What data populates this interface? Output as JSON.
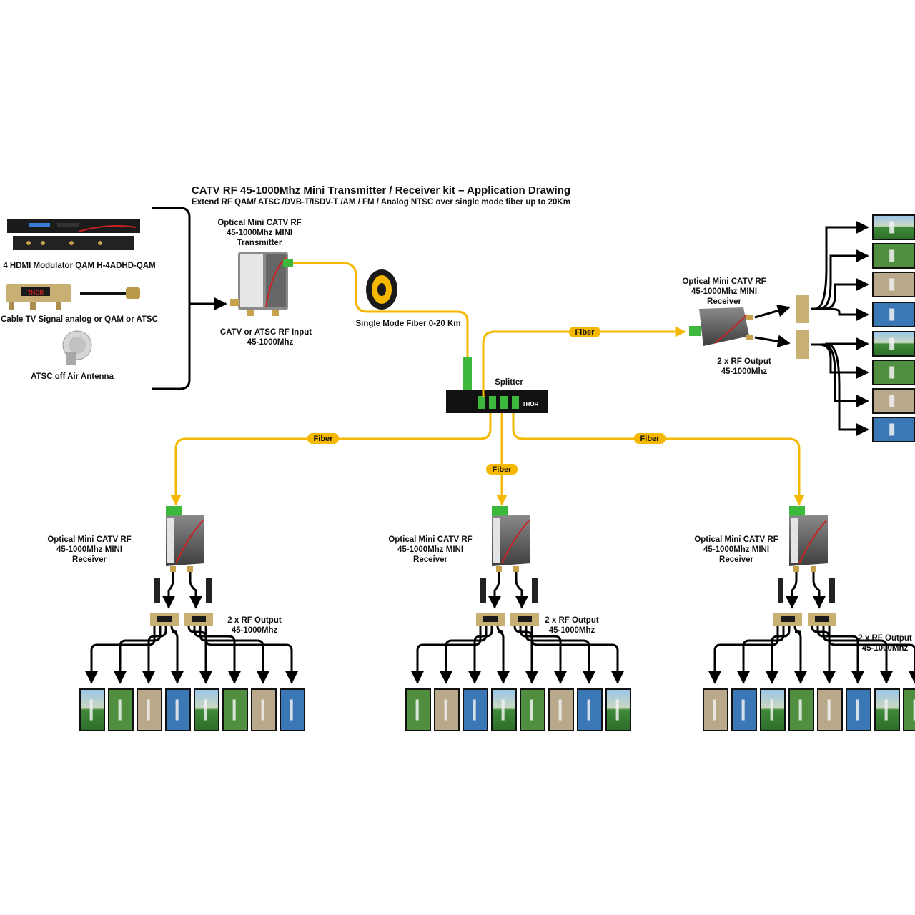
{
  "title": "CATV RF 45-1000Mhz Mini Transmitter / Receiver kit – Application Drawing",
  "subtitle": "Extend RF QAM/ ATSC /DVB-T/ISDV-T /AM / FM / Analog NTSC over single mode fiber up to 20Km",
  "sources": {
    "modulator": "4 HDMI Modulator QAM H-4ADHD-QAM",
    "cable": "Cable TV Signal analog or QAM or ATSC",
    "antenna": "ATSC off Air Antenna"
  },
  "transmitter": {
    "line1": "Optical Mini CATV RF",
    "line2": "45-1000Mhz MINI",
    "line3": "Transmitter",
    "input_line1": "CATV or ATSC RF Input",
    "input_line2": "45-1000Mhz"
  },
  "fiber_spool": "Single Mode Fiber 0-20 Km",
  "splitter": "Splitter",
  "fiber_label": "Fiber",
  "receiver": {
    "line1": "Optical Mini CATV RF",
    "line2": "45-1000Mhz MINI",
    "line3": "Receiver",
    "output_line1": "2 x RF Output",
    "output_line2": "45-1000Mhz"
  },
  "brand": "THOR",
  "colors": {
    "fiber": "#f5b800",
    "arrow": "#000000",
    "device": "#555555",
    "connector": "#3cb83c"
  }
}
